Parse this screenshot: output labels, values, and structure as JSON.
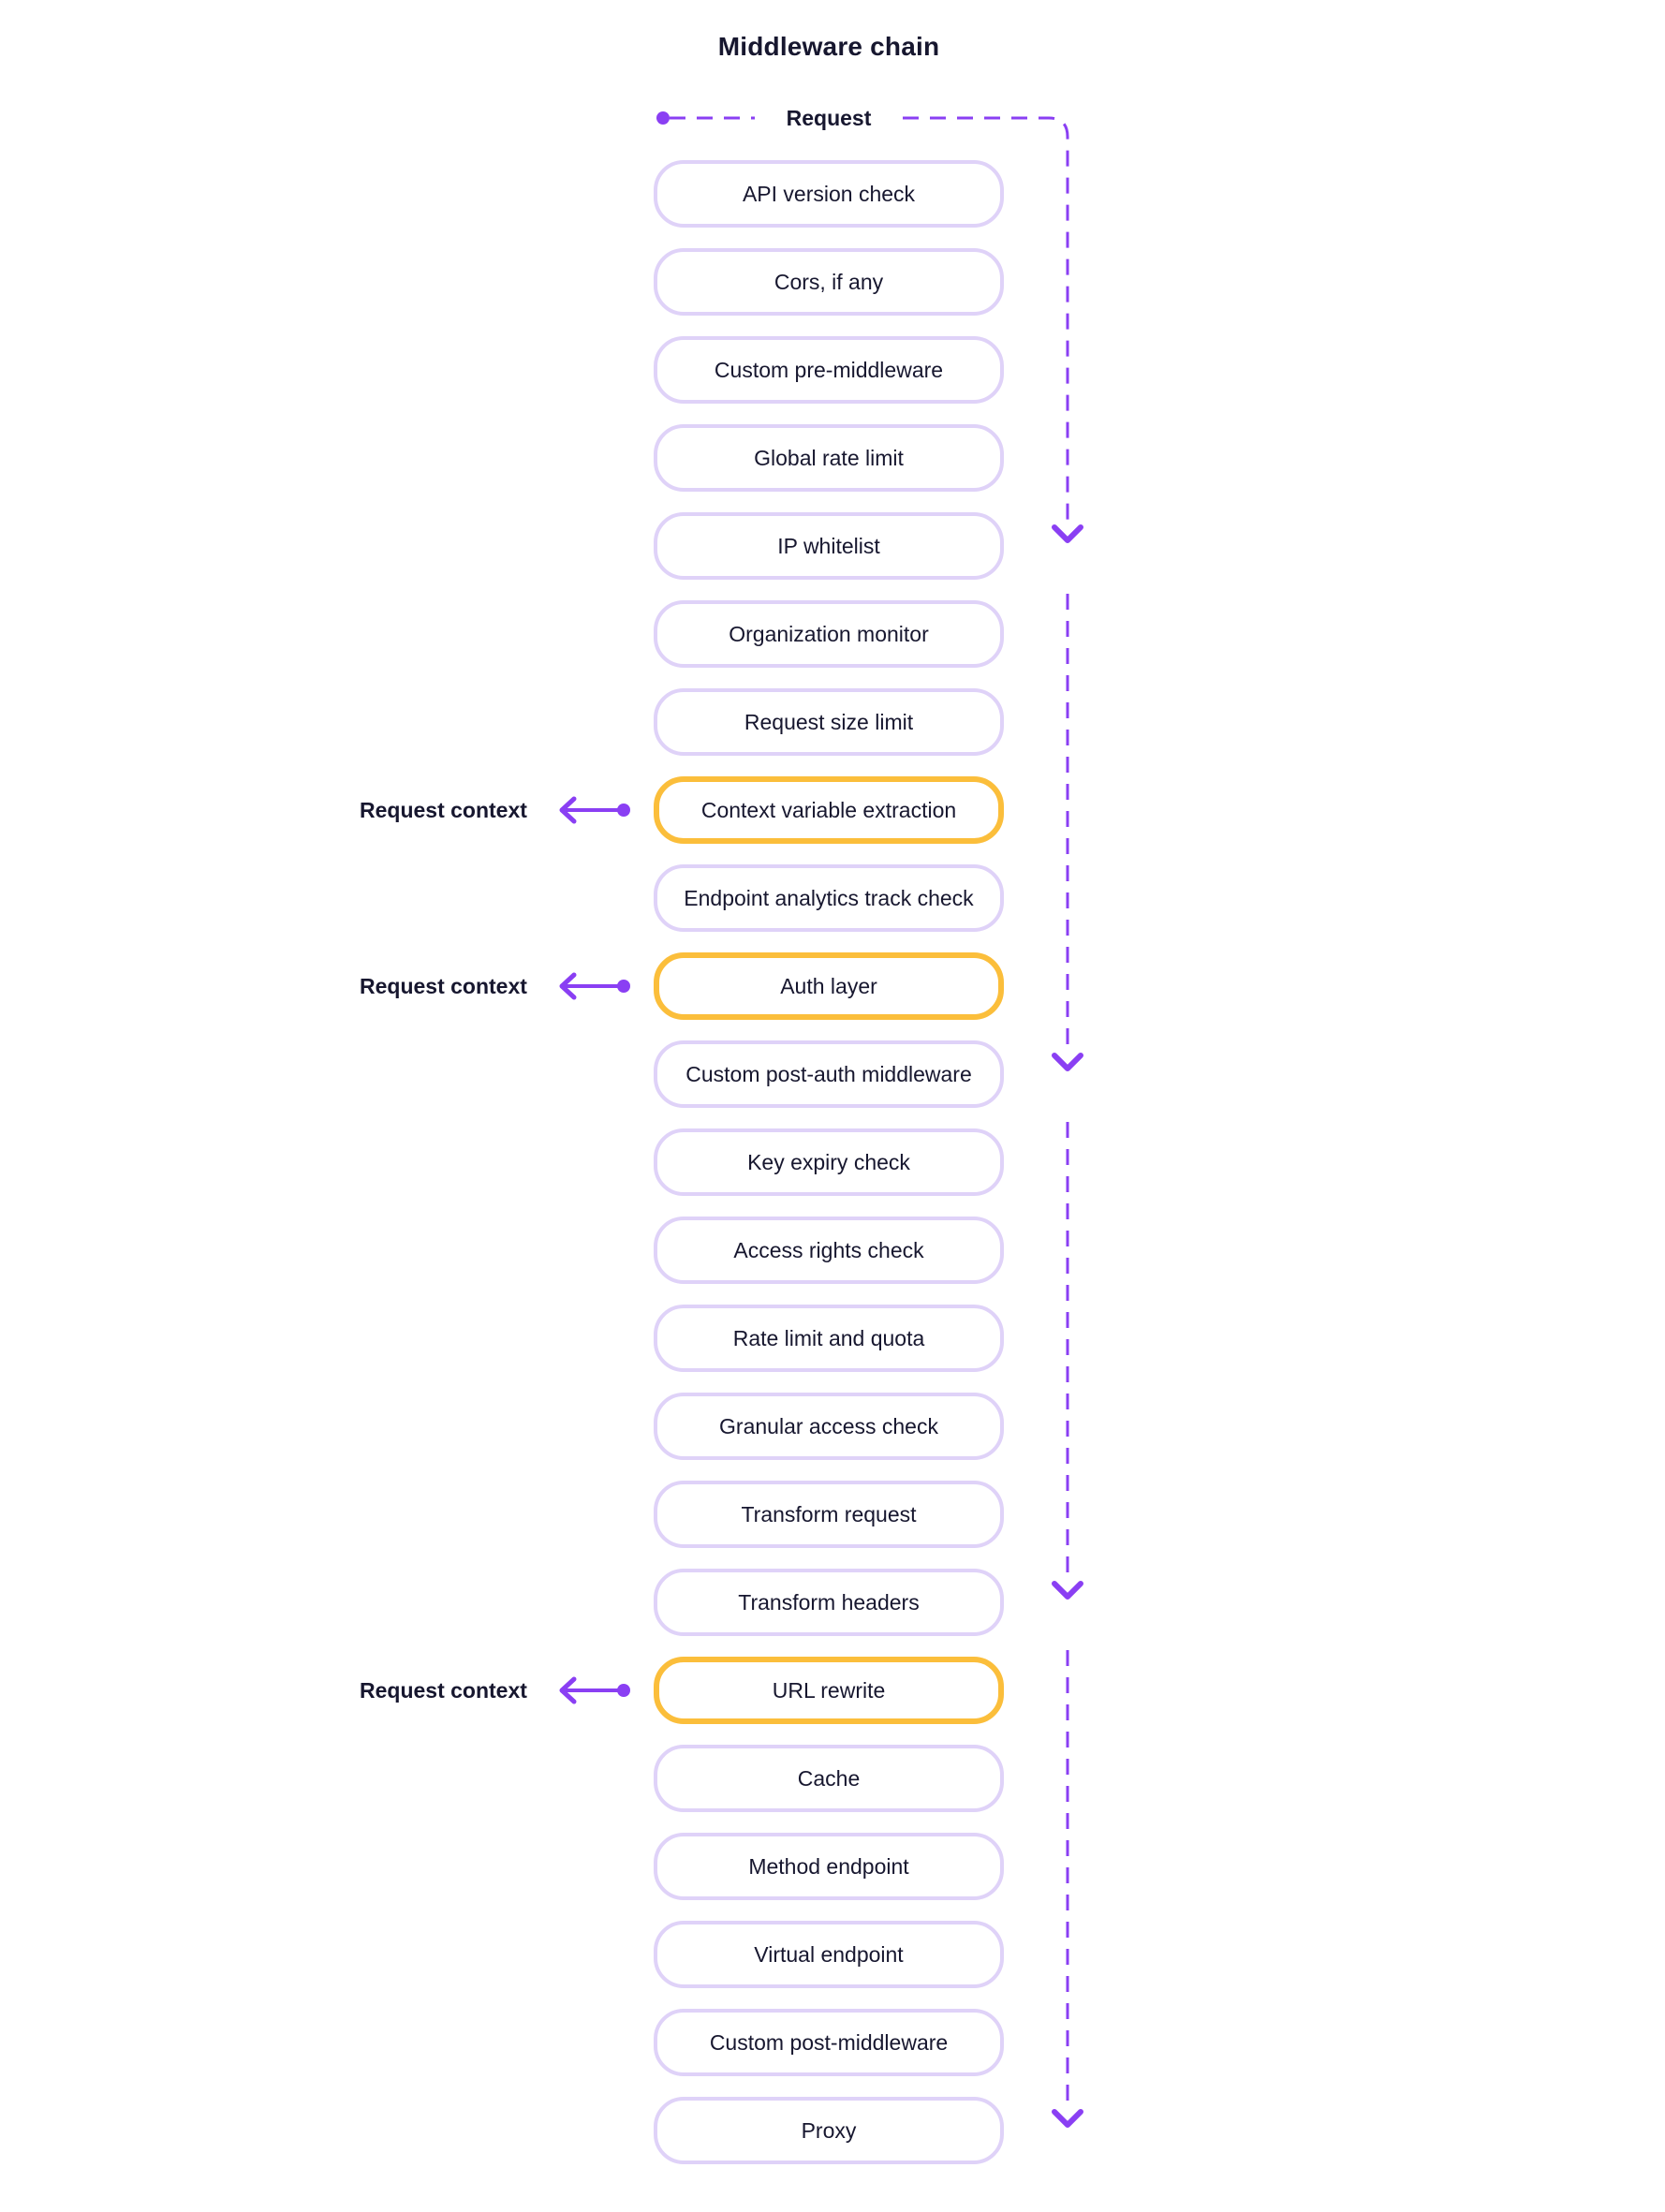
{
  "diagram": {
    "title": "Middleware chain",
    "request_label": "Request",
    "context_label": "Request context",
    "middlewares": [
      {
        "label": "API version check",
        "highlighted": false
      },
      {
        "label": "Cors, if any",
        "highlighted": false
      },
      {
        "label": "Custom pre-middleware",
        "highlighted": false
      },
      {
        "label": "Global rate limit",
        "highlighted": false
      },
      {
        "label": "IP whitelist",
        "highlighted": false
      },
      {
        "label": "Organization monitor",
        "highlighted": false
      },
      {
        "label": "Request size limit",
        "highlighted": false
      },
      {
        "label": "Context variable extraction",
        "highlighted": true
      },
      {
        "label": "Endpoint analytics track check",
        "highlighted": false
      },
      {
        "label": "Auth layer",
        "highlighted": true
      },
      {
        "label": "Custom post-auth middleware",
        "highlighted": false
      },
      {
        "label": "Key expiry check",
        "highlighted": false
      },
      {
        "label": "Access rights check",
        "highlighted": false
      },
      {
        "label": "Rate limit and quota",
        "highlighted": false
      },
      {
        "label": "Granular access check",
        "highlighted": false
      },
      {
        "label": "Transform request",
        "highlighted": false
      },
      {
        "label": "Transform headers",
        "highlighted": false
      },
      {
        "label": "URL rewrite",
        "highlighted": true
      },
      {
        "label": "Cache",
        "highlighted": false
      },
      {
        "label": "Method endpoint",
        "highlighted": false
      },
      {
        "label": "Virtual endpoint",
        "highlighted": false
      },
      {
        "label": "Custom post-middleware",
        "highlighted": false
      },
      {
        "label": "Proxy",
        "highlighted": false
      }
    ],
    "flow_arrow_rows": [
      5,
      11,
      17,
      23
    ]
  },
  "colors": {
    "arrow_purple": "#8A3FF3",
    "box_border_lavender": "#DFD2F8",
    "highlight_amber": "#FBBE3B",
    "text_dark": "#17172F",
    "background": "#FFFFFF"
  }
}
